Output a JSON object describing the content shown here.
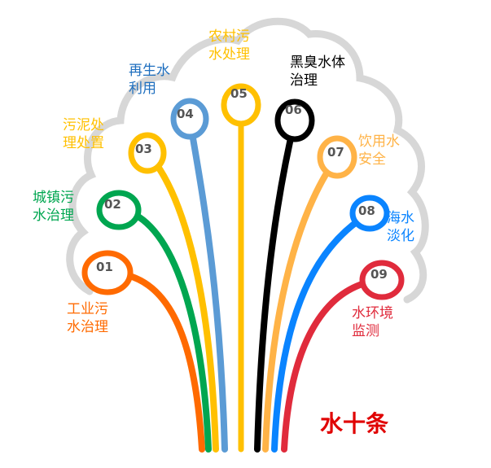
{
  "title": {
    "text": "水十条",
    "color": "#e00000"
  },
  "items": [
    {
      "num": "01",
      "line1": "工业污",
      "line2": "水治理",
      "color": "#ff6a00",
      "label_color": "#ff6a00"
    },
    {
      "num": "02",
      "line1": "城镇污",
      "line2": "水治理",
      "color": "#00a650",
      "label_color": "#00a650"
    },
    {
      "num": "03",
      "line1": "污泥处",
      "line2": "理处置",
      "color": "#ffc000",
      "label_color": "#ffc000"
    },
    {
      "num": "04",
      "line1": "再生水",
      "line2": "利用",
      "color": "#5b9bd5",
      "label_color": "#1f6fbf"
    },
    {
      "num": "05",
      "line1": "农村污",
      "line2": "水处理",
      "color": "#ffc000",
      "label_color": "#ffc000"
    },
    {
      "num": "06",
      "line1": "黑臭水体",
      "line2": "治理",
      "color": "#000000",
      "label_color": "#000000"
    },
    {
      "num": "07",
      "line1": "饮用水",
      "line2": "安全",
      "color": "#ffb347",
      "label_color": "#ffb347"
    },
    {
      "num": "08",
      "line1": "海水",
      "line2": "淡化",
      "color": "#0a84ff",
      "label_color": "#0a84ff"
    },
    {
      "num": "09",
      "line1": "水环境",
      "line2": "监测",
      "color": "#e02b3c",
      "label_color": "#e02b3c"
    }
  ]
}
